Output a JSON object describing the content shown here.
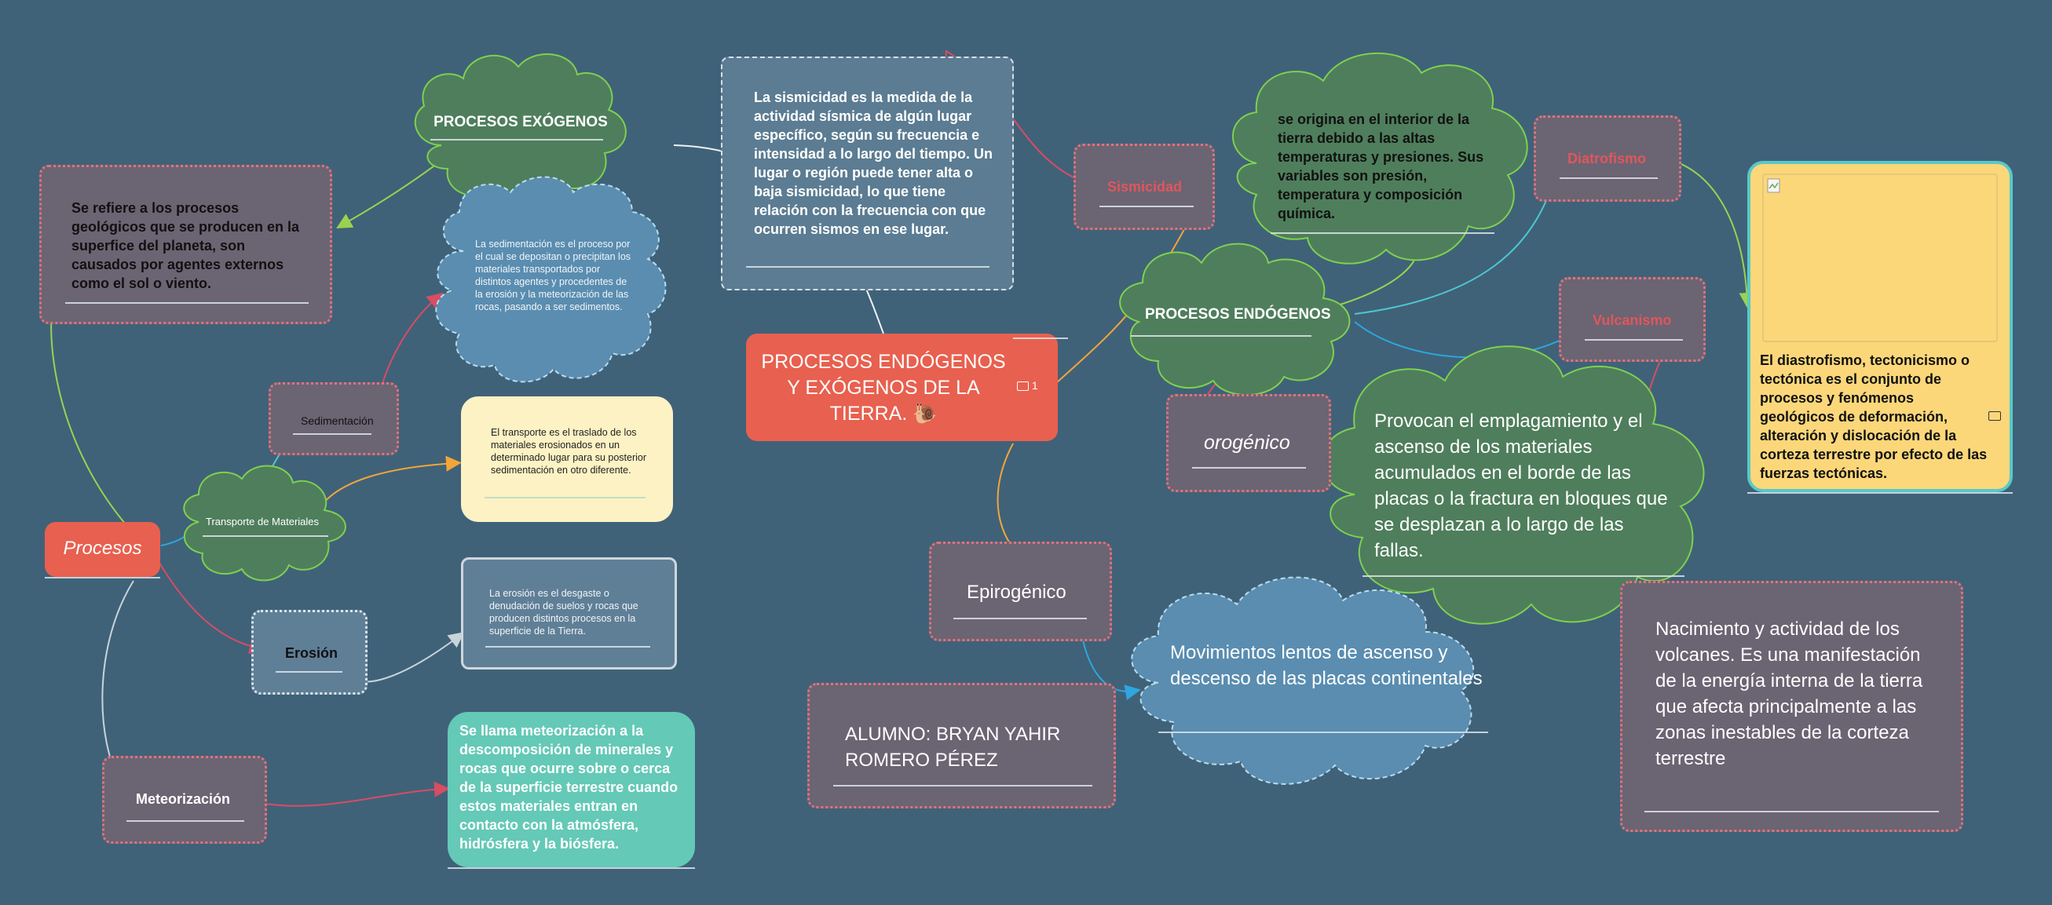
{
  "center": {
    "title": "PROCESOS ENDÓGENOS Y EXÓGENOS DE LA TIERRA.",
    "title_emoji": "🐌",
    "comment_count": "1"
  },
  "nodes": {
    "procesos": "Procesos",
    "procesos_definition": "Se refiere a los procesos geológicos que se producen en la superfice del planeta, son causados por agentes externos como el sol o viento.",
    "exogenos": "PROCESOS EXÓGENOS",
    "sedimentacion": "Sedimentación",
    "sedimentacion_desc": "La sedimentación es el proceso por el cual se depositan o precipitan los materiales transportados por distintos agentes y procedentes de la erosión y la meteorización de las rocas, pasando a ser sedimentos.",
    "transporte": "Transporte de Materiales",
    "transporte_desc": "El transporte es el traslado de los materiales erosionados en un determinado lugar para su posterior sedimentación en otro diferente.",
    "erosion": "Erosión",
    "erosion_desc": "La erosión es el desgaste o denudación de suelos y rocas que producen distintos procesos en la superficie de la Tierra.",
    "meteorizacion": "Meteorización",
    "meteorizacion_desc": "Se llama meteorización a la descomposición de minerales y rocas que ocurre sobre o cerca de la superficie terrestre cuando estos materiales entran en contacto con la atmósfera, hidrósfera y la biósfera.",
    "sismicidad_desc": "La sismicidad es la medida de la actividad sísmica de algún lugar específico, según su frecuencia e intensidad a lo largo del tiempo. Un lugar o región puede tener alta o baja sismicidad, lo que tiene relación con la frecuencia con que ocurren sismos en ese lugar.",
    "sismicidad": "Sismicidad",
    "endogenos_origin": "se origina en  el interior de la tierra debido a las altas temperaturas y presiones. Sus variables son presión, temperatura y composición química.",
    "endogenos": "PROCESOS ENDÓGENOS",
    "diastrofismo": "Diatrofismo",
    "diastrofismo_desc": "El diastrofismo, tectonicismo o tectónica es el conjunto de procesos y fenómenos geológicos de deformación, alteración y dislocación de la corteza terrestre por efecto de las fuerzas tectónicas.",
    "vulcanismo": "Vulcanismo",
    "vulcanismo_desc": "Nacimiento y actividad de los volcanes. Es una manifestación de la energía interna de la tierra que afecta principalmente a las zonas inestables de la corteza terrestre",
    "orogenico": "orogénico",
    "orogenico_desc": "Provocan el emplagamiento y el ascenso de los materiales acumulados en el borde de las placas o la fractura en bloques que se desplazan a lo largo de las fallas.",
    "epirogenico": "Epirogénico",
    "epirogenico_desc": "Movimientos lentos de ascenso y descenso de las placas continentales",
    "alumno": "ALUMNO: BRYAN YAHIR ROMERO PÉREZ"
  },
  "icons": {
    "comment": "comment-icon",
    "broken_image": "broken-image-icon",
    "image": "image-icon"
  },
  "colors": {
    "background": "#3f6279",
    "central": "#e8604f",
    "node_fill": "#6b6473",
    "node_border": "#e2727d",
    "green_cloud": "#4f7e5c",
    "green_cloud_stroke": "#7fd04f",
    "blue_cloud": "#5a8db0",
    "yellow_note": "#fdf2c4",
    "teal_note": "#64c9b6",
    "sismicidad_label": "#e0565c"
  }
}
